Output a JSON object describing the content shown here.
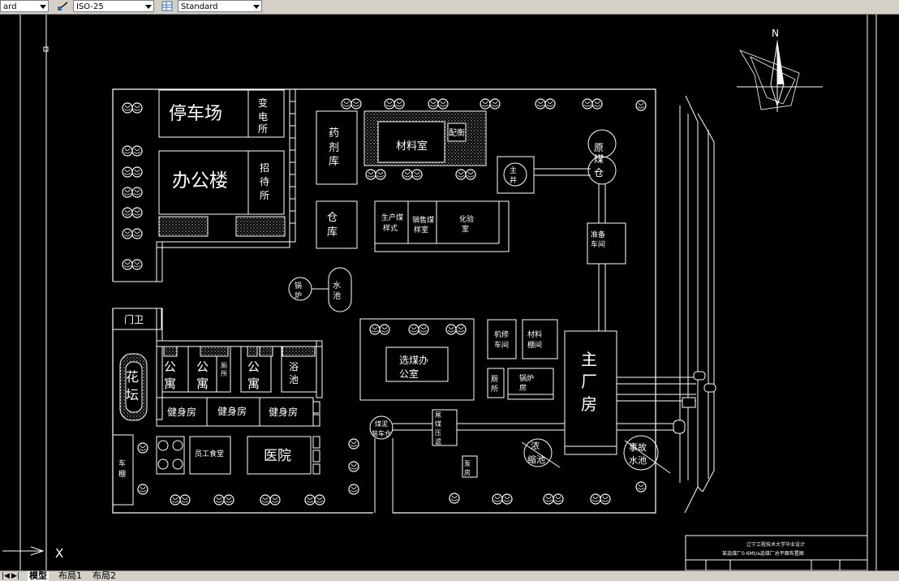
{
  "toolbar": {
    "layer_style": "ard",
    "dim_style": "ISO-25",
    "table_style": "Standard"
  },
  "labels": {
    "north": "N",
    "parking": "停车场",
    "office": "办公楼",
    "substation": "变电所",
    "guesthouse": "招待所",
    "pharmacy": "药剂库",
    "materials": "材料室",
    "scale_room": "配衡",
    "coal_bunker": "原煤仓",
    "main_shaft": "主井",
    "warehouse": "仓库",
    "sample_prep": "生产煤样式",
    "sales_sample": "销售煤样室",
    "lab": "化验室",
    "prep_workshop": "准备车间",
    "boiler": "锅炉",
    "water_pool": "水池",
    "gatehouse": "门卫",
    "flower_bed": "花坛",
    "apartment1": "公寓",
    "apartment2": "公寓",
    "apartment3": "公寓",
    "bath": "浴池",
    "gym1": "健身房",
    "gym2": "健身房",
    "gym3": "健身房",
    "garage": "车棚",
    "canteen": "员工食堂",
    "hospital": "医院",
    "coal_office": "选煤办公室",
    "mech_workshop": "机修车间",
    "material_shed": "材料棚间",
    "toilet": "厕所",
    "boiler_room": "锅炉房",
    "main_plant": "主厂房",
    "coal_loading": "煤泥装车仓",
    "coal_press": "尾煤压滤",
    "pump_room": "泵房",
    "thickener": "浓缩池",
    "accident_pool": "事故水池",
    "title_block": "辽宁工程技术大学毕业设计",
    "title_sub": "某选煤厂0.6Mt/a选煤厂总平面布置图",
    "x_axis": "X"
  },
  "tabs": [
    "模型",
    "布局1",
    "布局2"
  ]
}
